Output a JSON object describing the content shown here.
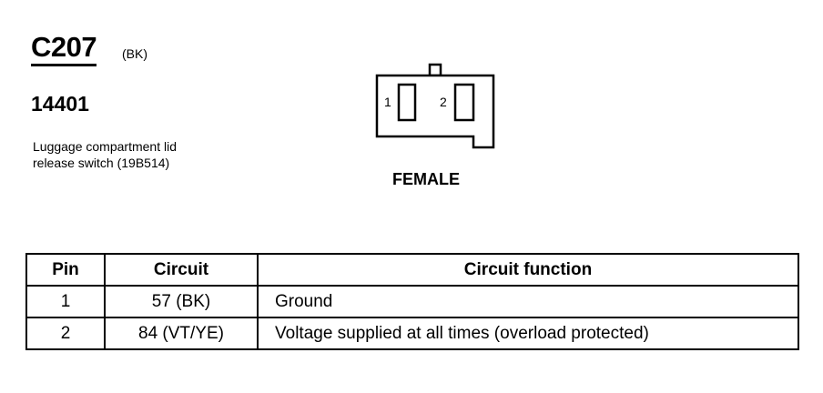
{
  "connector": {
    "id": "C207",
    "color_code": "(BK)",
    "part_number": "14401",
    "description_lines": [
      "Luggage compartment lid",
      "release switch (19B514)"
    ],
    "gender": "FEMALE",
    "cavity_labels": [
      "1",
      "2"
    ]
  },
  "table": {
    "headers": {
      "pin": "Pin",
      "circuit": "Circuit",
      "function": "Circuit function"
    },
    "rows": [
      {
        "pin": "1",
        "circuit": "57 (BK)",
        "function": "Ground"
      },
      {
        "pin": "2",
        "circuit": "84 (VT/YE)",
        "function": "Voltage supplied at all times (overload protected)"
      }
    ]
  }
}
